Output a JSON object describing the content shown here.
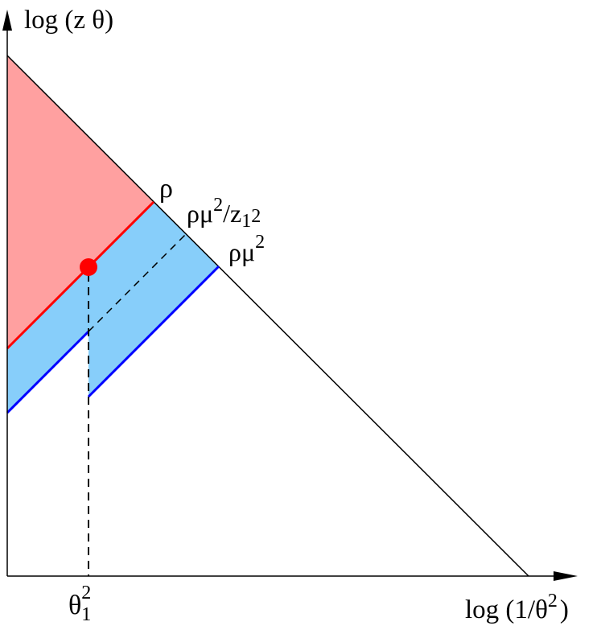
{
  "axes": {
    "y_label": "log (z θ)",
    "x_label_main": "log (1/θ",
    "x_label_sup": "2",
    "x_label_close": ")"
  },
  "curves": {
    "diagonal_label": "ρ",
    "mid_label_main": "ρμ",
    "mid_label_sup": "2",
    "mid_label_rest": "/z",
    "mid_label_sub": "1",
    "mid_label_sub2": "2",
    "lower_label_main": "ρμ",
    "lower_label_sup": "2"
  },
  "marker": {
    "tick_main": "θ",
    "tick_sub": "1",
    "tick_sup": "2"
  },
  "colors": {
    "red_region": "#ffa0a0",
    "blue_region": "#87cefa",
    "red_line": "#ff0000",
    "blue_line": "#0000ff",
    "dot": "#ff0000",
    "axis": "#000000"
  }
}
